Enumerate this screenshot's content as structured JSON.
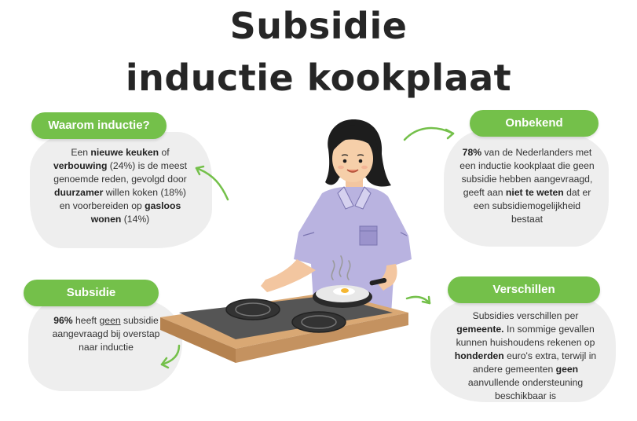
{
  "title": {
    "line1": "Subsidie",
    "line2": "inductie kookplaat"
  },
  "colors": {
    "accent": "#74c04a",
    "blob": "#eeeeee",
    "title": "#262626"
  },
  "cards": {
    "waarom": {
      "label": "Waarom inductie?",
      "p1": "Een ",
      "b1": "nieuwe keuken",
      "p2": " of",
      "b2": "verbouwing",
      "p3": " (24%) is de meest genoemde reden, gevolgd door ",
      "b3": "duurzamer",
      "p4": " willen koken (18%) en voorbereiden op ",
      "b4": "gasloos wonen",
      "p5": " (14%)"
    },
    "onbekend": {
      "label": "Onbekend",
      "b1": "78%",
      "p1": " van de Nederlanders met een inductie kookplaat die geen subsidie hebben aangevraagd, geeft aan ",
      "b2": "niet te weten",
      "p2": " dat er een subsidiemogelijkheid bestaat"
    },
    "subsidie": {
      "label": "Subsidie",
      "b1": "96%",
      "p1": " heeft ",
      "u1": "geen",
      "p2": " subsidie aangevraagd bij overstap naar inductie"
    },
    "verschillen": {
      "label": "Verschillen",
      "p1": "Subsidies verschillen per ",
      "b1": "gemeente.",
      "p2": " In sommige gevallen kunnen huishoudens rekenen op ",
      "b2": "honderden",
      "p3": " euro's extra, terwijl in andere gemeenten ",
      "b3": "geen",
      "p4": " aanvullende ondersteuning beschikbaar is"
    }
  },
  "icons": [
    "arrow-icon",
    "woman-cooking-illustration",
    "induction-hob-icon",
    "frying-pan-icon",
    "egg-icon"
  ]
}
